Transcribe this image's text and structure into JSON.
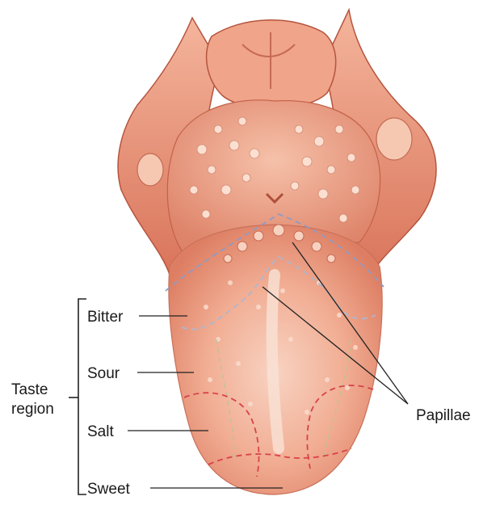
{
  "diagram": {
    "bracket_label_line1": "Taste",
    "bracket_label_line2": "region",
    "regions": [
      {
        "id": "bitter",
        "label": "Bitter"
      },
      {
        "id": "sour",
        "label": "Sour"
      },
      {
        "id": "salt",
        "label": "Salt"
      },
      {
        "id": "sweet",
        "label": "Sweet"
      }
    ],
    "papillae_label": "Papillae"
  },
  "colors": {
    "tongue_base": "#f0a58a",
    "tongue_light": "#f6c9b4",
    "tongue_dark": "#c9654c",
    "throat": "#e8917a",
    "bitter_boundary": "#9aa7c9",
    "sweet_boundary": "#d8434b",
    "leader_line": "#222222"
  }
}
